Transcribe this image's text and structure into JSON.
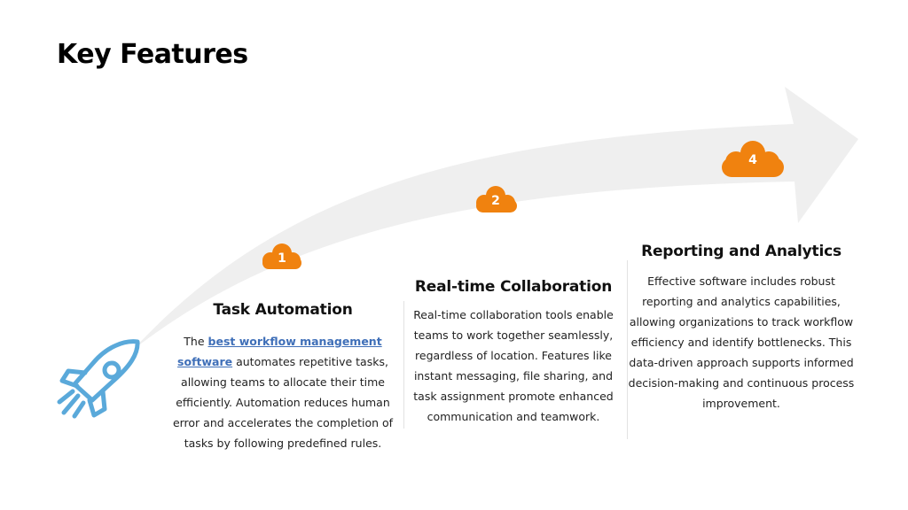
{
  "title": "Key Features",
  "colors": {
    "accent": "#F0820F",
    "arrow": "#EFEFEF",
    "rocket": "#5AA9DA",
    "link": "#3F6FB8"
  },
  "steps": [
    {
      "badge": "1",
      "icon": "cloud-icon"
    },
    {
      "badge": "2",
      "icon": "cloud-icon"
    },
    {
      "badge": "4",
      "icon": "cloud-icon"
    }
  ],
  "features": [
    {
      "heading": "Task Automation",
      "text_before": "The ",
      "link": "best workflow management software",
      "text_after": " automates repetitive tasks, allowing teams to allocate their time efficiently. Automation reduces human error and accelerates the completion of tasks by following predefined rules."
    },
    {
      "heading": "Real-time Collaboration",
      "text": "Real-time collaboration tools enable teams to work together seamlessly, regardless of location. Features like instant messaging, file sharing, and task assignment promote enhanced communication and teamwork."
    },
    {
      "heading": "Reporting and Analytics",
      "text": "Effective software includes robust reporting and analytics capabilities, allowing organizations to track workflow efficiency and identify bottlenecks. This data-driven approach supports informed decision-making and continuous process improvement."
    }
  ]
}
